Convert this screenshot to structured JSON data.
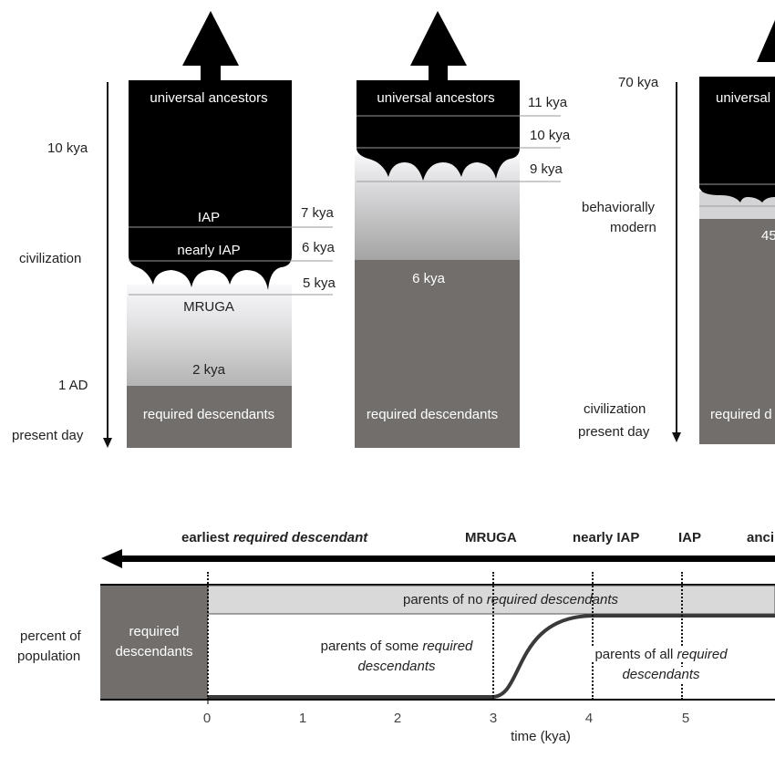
{
  "top_diagram": {
    "panel1": {
      "left_axis": [
        "10 kya",
        "civilization",
        "1 AD",
        "present day"
      ],
      "block_label": "universal ancestors",
      "iap": "IAP",
      "nearly_iap": "nearly IAP",
      "mruga": "MRUGA",
      "gradient_time": "2 kya",
      "bottom_label": "required descendants",
      "ticks": [
        "7 kya",
        "6 kya",
        "5 kya"
      ]
    },
    "panel2": {
      "block_label": "universal ancestors",
      "ticks": [
        "11 kya",
        "10 kya",
        "9 kya"
      ],
      "gray_time": "6 kya",
      "bottom_label": "required descendants"
    },
    "panel3": {
      "left_axis": [
        "70 kya",
        "behaviorally",
        "modern",
        "civilization",
        "present day"
      ],
      "block_label_partial": "universal",
      "gray_partial": "45",
      "bottom_partial": "required d"
    }
  },
  "bottom_diagram": {
    "header": {
      "earliest_prefix": "earliest",
      "earliest_italic": "required descendant",
      "mruga": "MRUGA",
      "nearly_iap": "nearly IAP",
      "iap": "IAP",
      "ancients_partial": "anci"
    },
    "ylabel_line1": "percent of",
    "ylabel_line2": "population",
    "left_box_line1": "required",
    "left_box_line2": "descendants",
    "band_prefix": "parents of no",
    "band_italic": "required descendants",
    "some_line1_prefix": "parents of some",
    "some_line1_italic": "required",
    "some_line2_italic": "descendants",
    "all_line1_prefix": "parents of all",
    "all_line1_italic": "required",
    "all_line2_italic": "descendants",
    "x_ticks": [
      "0",
      "1",
      "2",
      "3",
      "4",
      "5"
    ],
    "xlabel": "time (kya)"
  },
  "colors": {
    "black": "#000000",
    "required_gray": "#726e6b",
    "band_gray": "#d9d9d9",
    "line_gray": "#9a9a9a"
  }
}
